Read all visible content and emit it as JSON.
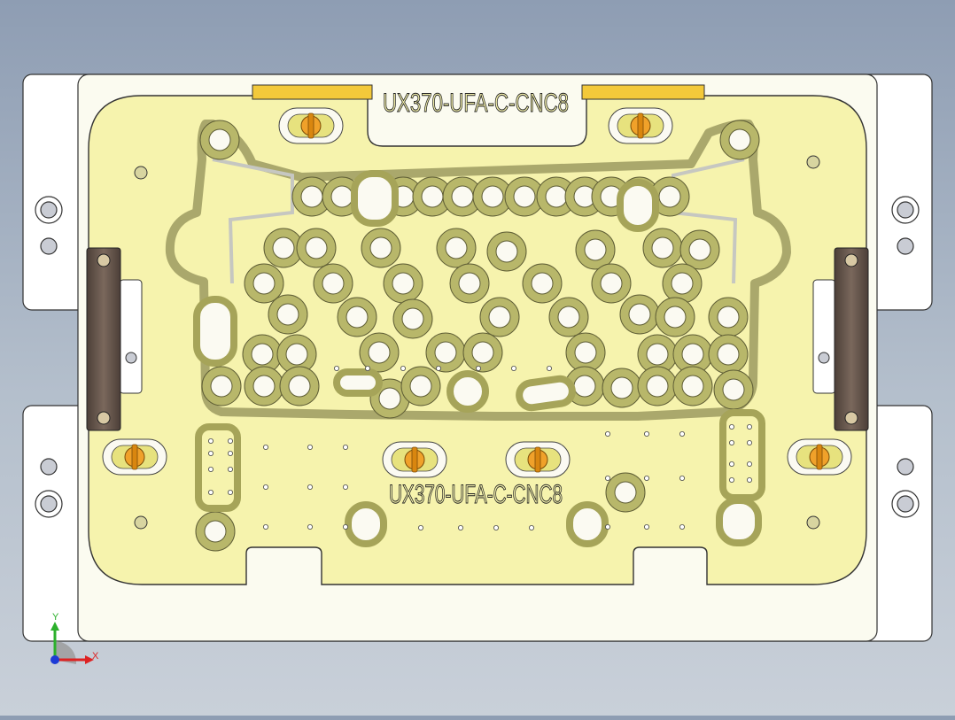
{
  "part_labels": {
    "top": "UX370-UFA-C-CNC8",
    "bottom": "UX370-UFA-C-CNC8"
  },
  "triad": {
    "x_label": "X",
    "y_label": "Y"
  },
  "colors": {
    "background_top": "#8e9db3",
    "background_bottom": "#c9d0d9",
    "plate": "#f6f3ad",
    "pocket": "#b8b76a",
    "pocket_inner": "#fbfaf2",
    "pin": "#f0a12a",
    "clamp": "#6b5a50"
  }
}
